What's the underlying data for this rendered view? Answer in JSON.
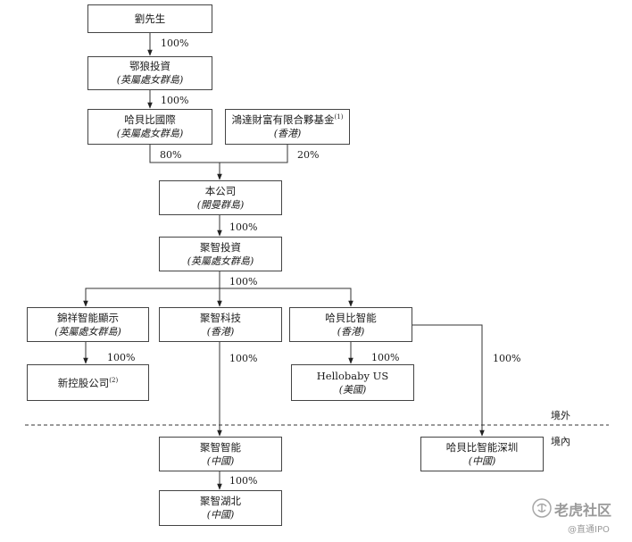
{
  "entities": {
    "liu": {
      "name": "劉先生"
    },
    "ezhou": {
      "name": "鄂狼投資",
      "juris": "(英屬處女群島)"
    },
    "hbi": {
      "name": "哈貝比國際",
      "juris": "(英屬處女群島)"
    },
    "hongda": {
      "name": "鴻達財富有限合夥基金",
      "note": "(1)",
      "juris": "(香港)"
    },
    "company": {
      "name": "本公司",
      "juris": "(開曼群島)"
    },
    "juzhi_inv": {
      "name": "聚智投資",
      "juris": "(英屬處女群島)"
    },
    "jinxiang": {
      "name": "錦祥智能顯示",
      "juris": "(英屬處女群島)"
    },
    "juzhi_tech": {
      "name": "聚智科技",
      "juris": "(香港)"
    },
    "hbi_smart": {
      "name": "哈貝比智能",
      "juris": "(香港)"
    },
    "newco": {
      "name": "新控股公司",
      "note": "(2)"
    },
    "hellobaby": {
      "name": "Hellobaby US",
      "juris": "(美國)"
    },
    "juzhi_smart": {
      "name": "聚智智能",
      "juris": "(中國)"
    },
    "shenzhen": {
      "name": "哈貝比智能深圳",
      "juris": "(中國)"
    },
    "hubei": {
      "name": "聚智湖北",
      "juris": "(中國)"
    }
  },
  "ownership": {
    "liu_ezhou": "100%",
    "ezhou_hbi": "100%",
    "hbi_company": "80%",
    "hongda_company": "20%",
    "company_juzhi_inv": "100%",
    "juzhi_inv_subs": "100%",
    "jinxiang_newco": "100%",
    "tech_smart": "100%",
    "hbi_smart_hellobaby": "100%",
    "hbi_smart_shenzhen": "100%",
    "smart_hubei": "100%"
  },
  "zones": {
    "offshore": "境外",
    "onshore": "境內"
  },
  "watermark": {
    "brand": "老虎社区",
    "handle": "@直通IPO"
  }
}
